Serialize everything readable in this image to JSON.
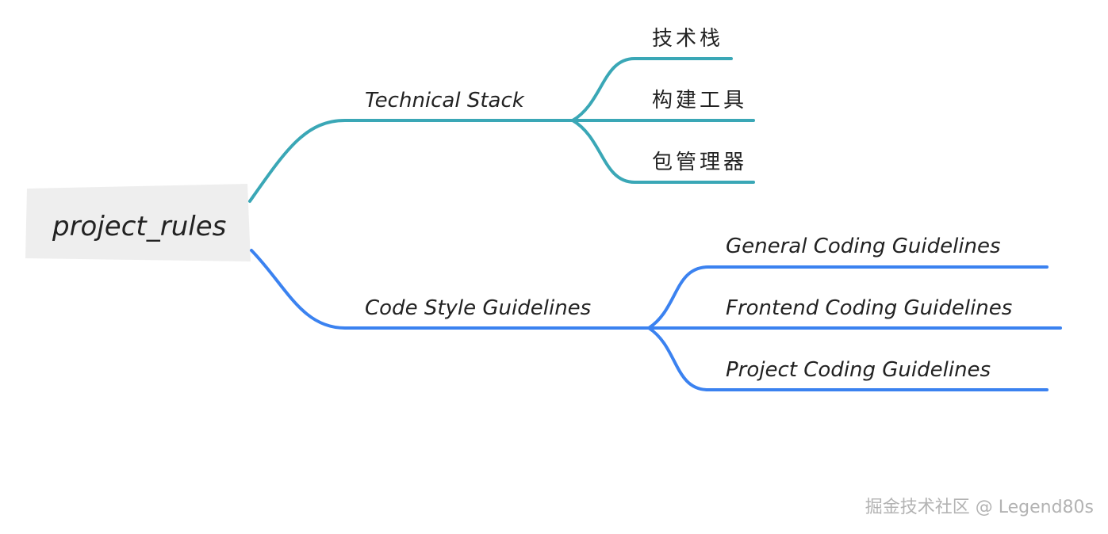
{
  "mindmap": {
    "root": {
      "label": "project_rules"
    },
    "branches": [
      {
        "label": "Technical Stack",
        "color": "#3aa7b6",
        "children": [
          {
            "label": "技术栈"
          },
          {
            "label": "构建工具"
          },
          {
            "label": "包管理器"
          }
        ]
      },
      {
        "label": "Code Style Guidelines",
        "color": "#3b82f0",
        "children": [
          {
            "label": "General Coding Guidelines"
          },
          {
            "label": "Frontend Coding Guidelines"
          },
          {
            "label": "Project Coding Guidelines"
          }
        ]
      }
    ]
  },
  "watermark": "掘金技术社区 @ Legend80s",
  "colors": {
    "root_fill": "#eeeeee",
    "text": "#222222"
  }
}
